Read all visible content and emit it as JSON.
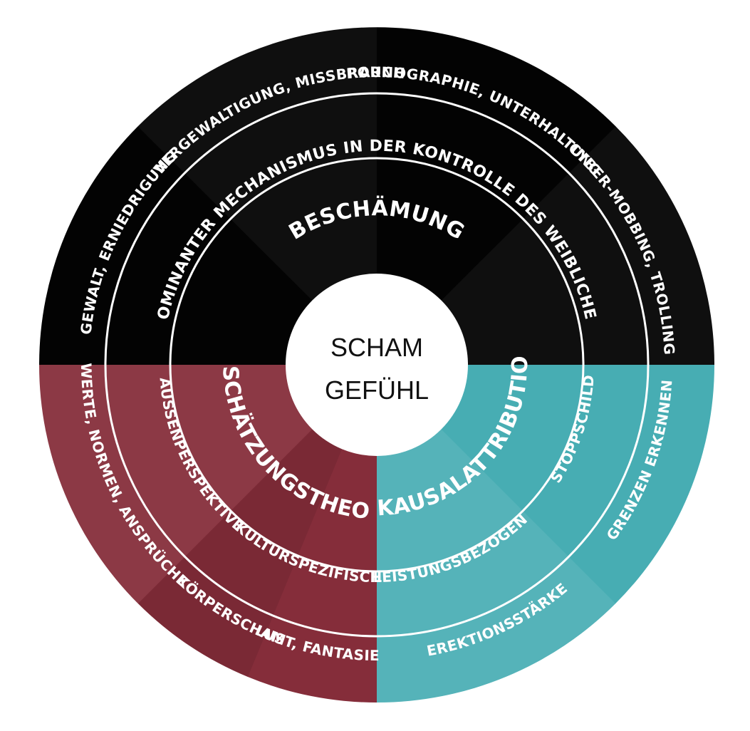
{
  "center": {
    "line1": "SCHAM",
    "line2": "GEFÜHL"
  },
  "colors": {
    "top": "#030303",
    "left": "#852d3a",
    "right": "#47adb3",
    "center": "#ffffff",
    "rings": "#ffffff"
  },
  "top": {
    "core": "BESCHÄMUNG",
    "middle": "DOMINANTER MECHANISMUS IN DER KONTROLLE DES WEIBLICHEN",
    "outer": [
      "GEWALT, ERNIEDRIGUNG",
      "VERGEWALTIGUNG, MISSBRAUCH",
      "PORNOGRAPHIE, UNTERHALTUNG",
      "CYBER-MOBBING, TROLLING"
    ]
  },
  "left": {
    "core": "EINSCHÄTZUNGSTHEORIE",
    "middle": [
      "AUSSENPERSPEKTIVE",
      "KULTURSPEZIFISCH"
    ],
    "outer": [
      "WERTE, NORMEN, ANSPRÜCHE",
      "KÖRPERSCHAM",
      "LUST, FANTASIEN"
    ]
  },
  "right": {
    "core": "KAUSALATTRIBUTION",
    "middle": [
      "STOPPSCHILD",
      "LEISTUNGSBEZOGEN"
    ],
    "outer": [
      "GRENZEN ERKENNEN",
      "EREKTIONSSTÄRKE"
    ]
  }
}
